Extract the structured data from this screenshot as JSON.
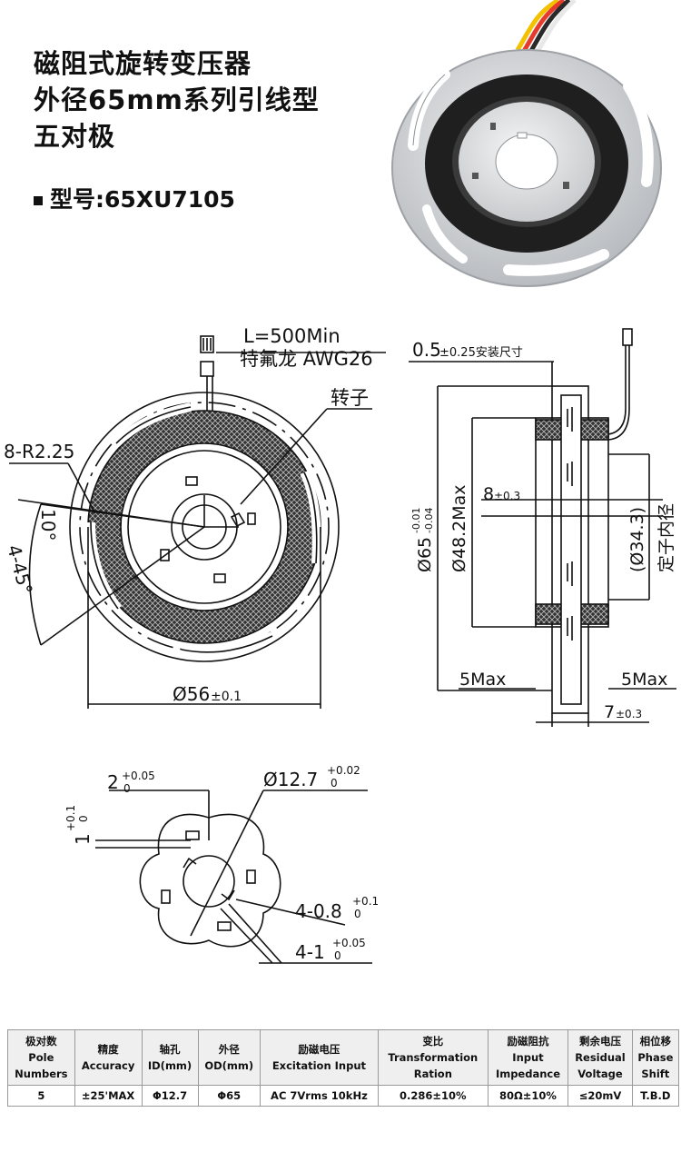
{
  "header": {
    "title_lines": [
      "磁阻式旋转变压器",
      "外径65mm系列引线型",
      "五对极"
    ],
    "model_label": "型号:65XU7105"
  },
  "drawing_labels": {
    "lead_length": "L=500Min",
    "lead_wire": "特氟龙 AWG26",
    "rotor": "转子",
    "slot_radius": "8-R2.25",
    "angle_10": "10°",
    "angle_45": "4-45°",
    "dia_56": "Ø56",
    "dia_56_tol": "±0.1",
    "mount_gap": "0.5",
    "mount_gap_tol": "±0.25安装尺寸",
    "od": "Ø65",
    "od_tol_up": "-0.01",
    "od_tol_low": "-0.04",
    "dia_48": "Ø48.2Max",
    "thickness_8": "8",
    "thickness_8_tol": "±0.3",
    "stator_id": "(Ø34.3)",
    "stator_id_label": "定子内径",
    "max_left": "5Max",
    "max_right": "5Max",
    "height_7": "7",
    "height_7_tol": "±0.3",
    "bore": "Ø12.7",
    "bore_tol_up": "+0.02",
    "bore_tol_low": "0",
    "key_width": "2",
    "key_width_tol_up": "+0.05",
    "key_width_tol_low": "0",
    "key_depth": "1",
    "key_depth_tol_up": "+0.1",
    "key_depth_tol_low": "0",
    "hole_08": "4-0.8",
    "hole_08_tol_up": "+0.1",
    "hole_08_tol_low": "0",
    "hole_1": "4-1",
    "hole_1_tol_up": "+0.05",
    "hole_1_tol_low": "0"
  },
  "spec_table": {
    "headers": [
      {
        "cn": "极对数",
        "en1": "Pole",
        "en2": "Numbers"
      },
      {
        "cn": "精度",
        "en1": "Accuracy",
        "en2": ""
      },
      {
        "cn": "轴孔",
        "en1": "ID(mm)",
        "en2": ""
      },
      {
        "cn": "外径",
        "en1": "OD(mm)",
        "en2": ""
      },
      {
        "cn": "励磁电压",
        "en1": "Excitation Input",
        "en2": ""
      },
      {
        "cn": "变比",
        "en1": "Transformation",
        "en2": "Ration"
      },
      {
        "cn": "励磁阻抗",
        "en1": "Input",
        "en2": "Impedance"
      },
      {
        "cn": "剩余电压",
        "en1": "Residual",
        "en2": "Voltage"
      },
      {
        "cn": "相位移",
        "en1": "Phase",
        "en2": "Shift"
      }
    ],
    "row": [
      "5",
      "±25'MAX",
      "Φ12.7",
      "Φ65",
      "AC 7Vrms 10kHz",
      "0.286±10%",
      "80Ω±10%",
      "≤20mV",
      "T.B.D"
    ]
  },
  "colors": {
    "coil": "#2b2b2b",
    "metal": "#d6d8db",
    "line": "#111111"
  }
}
